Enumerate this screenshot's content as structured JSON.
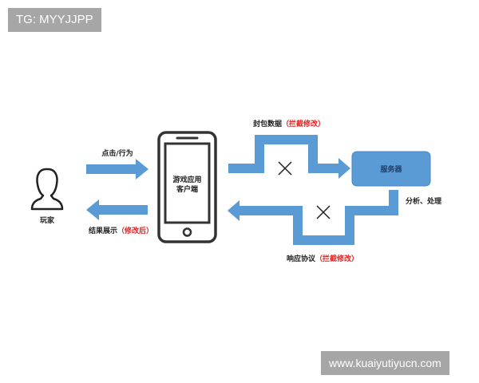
{
  "watermarks": {
    "top": "TG: MYYJJPP",
    "bottom": "www.kuaiyutiyucn.com"
  },
  "labels": {
    "player": "玩家",
    "click_action": "点击/行为",
    "result_show": "结果展示",
    "result_show_note": "（修改后）",
    "client_line1": "游戏应用",
    "client_line2": "客户端",
    "package_data": "封包数据",
    "package_data_note": "（拦截修改）",
    "server": "服务器",
    "analyze": "分析、处理",
    "response": "响应协议",
    "response_note": "（拦截修改）"
  },
  "colors": {
    "arrow": "#5b9bd5",
    "server_fill": "#5b9bd5",
    "phone_stroke": "#333333",
    "highlight": "#e02020"
  }
}
